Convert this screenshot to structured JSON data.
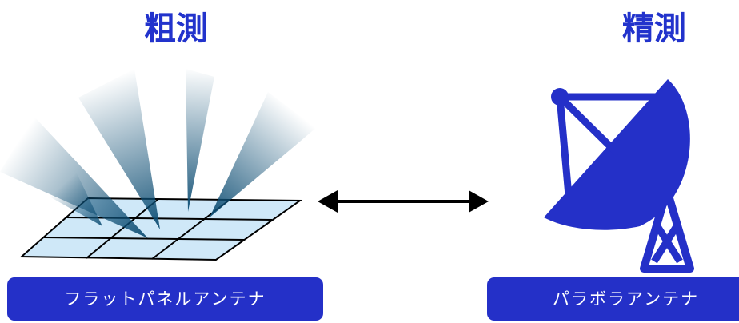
{
  "left": {
    "heading": "粗測",
    "label": "フラットパネルアンテナ"
  },
  "right": {
    "heading": "精測",
    "label": "パラボラアンテナ"
  },
  "colors": {
    "heading": "#2233cc",
    "label_bg": "#2430c8",
    "label_text": "#ffffff",
    "dish": "#2430c8",
    "panel_fill": "#cfe8f8",
    "beam": "#0d4d73",
    "arrow": "#000000"
  },
  "icons": {
    "left": "flat-panel-antenna-icon",
    "right": "parabolic-antenna-icon",
    "connector": "double-arrow-icon"
  }
}
